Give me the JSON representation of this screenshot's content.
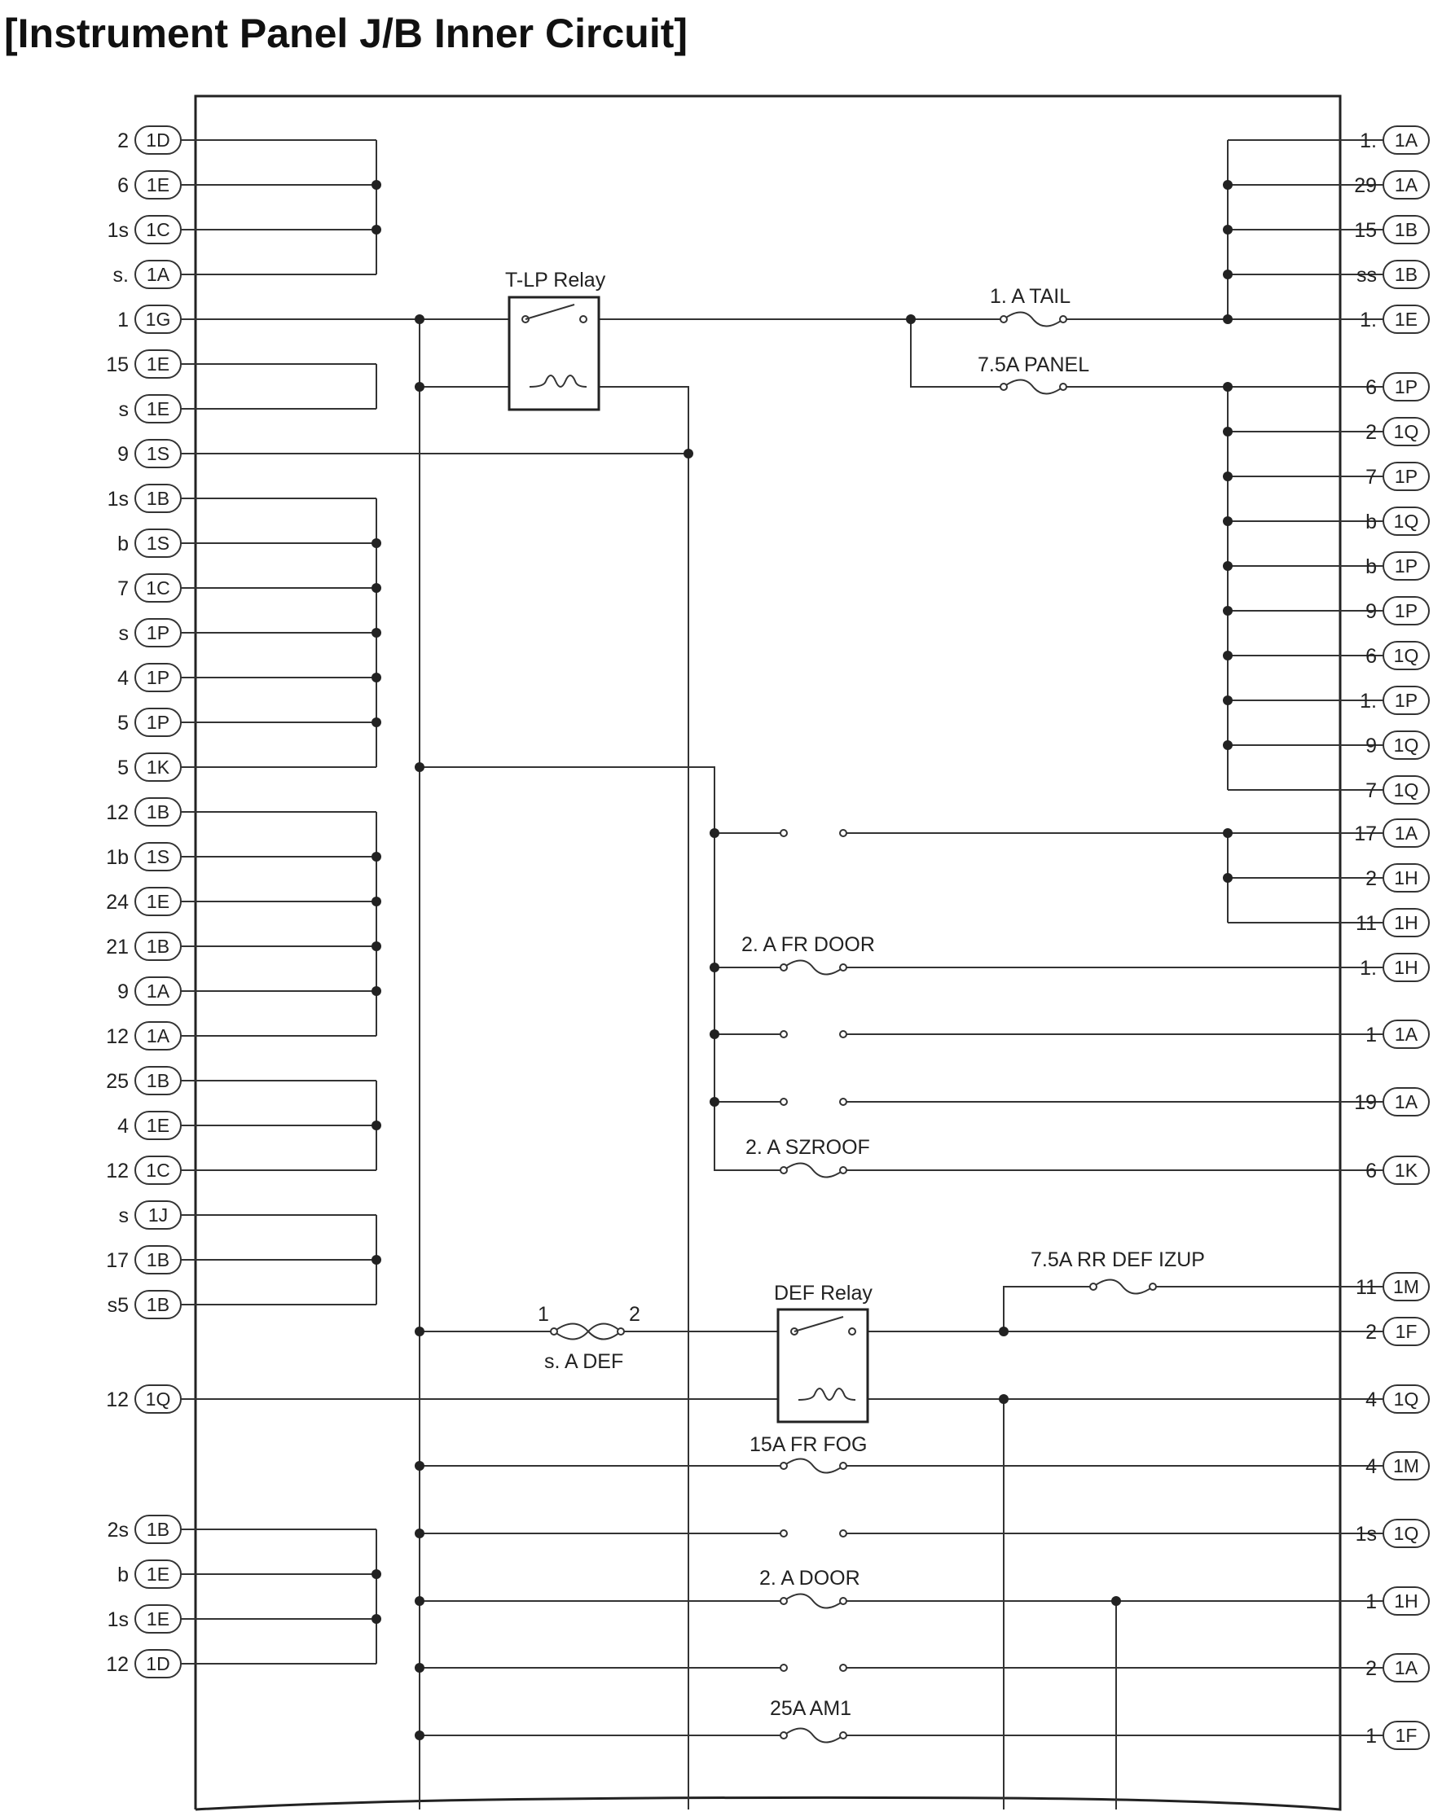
{
  "title": "[Instrument Panel J/B Inner Circuit]",
  "left_pins": [
    {
      "pin": "2",
      "conn": "1D"
    },
    {
      "pin": "6",
      "conn": "1E"
    },
    {
      "pin": "1s",
      "conn": "1C"
    },
    {
      "pin": "s.",
      "conn": "1A"
    },
    {
      "pin": "1",
      "conn": "1G"
    },
    {
      "pin": "15",
      "conn": "1E"
    },
    {
      "pin": "s",
      "conn": "1E"
    },
    {
      "pin": "9",
      "conn": "1S"
    },
    {
      "pin": "1s",
      "conn": "1B"
    },
    {
      "pin": "b",
      "conn": "1S"
    },
    {
      "pin": "7",
      "conn": "1C"
    },
    {
      "pin": "s",
      "conn": "1P"
    },
    {
      "pin": "4",
      "conn": "1P"
    },
    {
      "pin": "5",
      "conn": "1P"
    },
    {
      "pin": "5",
      "conn": "1K"
    },
    {
      "pin": "12",
      "conn": "1B"
    },
    {
      "pin": "1b",
      "conn": "1S"
    },
    {
      "pin": "24",
      "conn": "1E"
    },
    {
      "pin": "21",
      "conn": "1B"
    },
    {
      "pin": "9",
      "conn": "1A"
    },
    {
      "pin": "12",
      "conn": "1A"
    },
    {
      "pin": "25",
      "conn": "1B"
    },
    {
      "pin": "4",
      "conn": "1E"
    },
    {
      "pin": "12",
      "conn": "1C"
    },
    {
      "pin": "s",
      "conn": "1J"
    },
    {
      "pin": "17",
      "conn": "1B"
    },
    {
      "pin": "s5",
      "conn": "1B"
    },
    {
      "pin": "12",
      "conn": "1Q"
    },
    {
      "pin": "2s",
      "conn": "1B"
    },
    {
      "pin": "b",
      "conn": "1E"
    },
    {
      "pin": "1s",
      "conn": "1E"
    },
    {
      "pin": "12",
      "conn": "1D"
    }
  ],
  "right_pins": [
    {
      "pin": "1.",
      "conn": "1A"
    },
    {
      "pin": "29",
      "conn": "1A"
    },
    {
      "pin": "15",
      "conn": "1B"
    },
    {
      "pin": "ss",
      "conn": "1B"
    },
    {
      "pin": "1.",
      "conn": "1E"
    },
    {
      "pin": "6",
      "conn": "1P"
    },
    {
      "pin": "2",
      "conn": "1Q"
    },
    {
      "pin": "7",
      "conn": "1P"
    },
    {
      "pin": "b",
      "conn": "1Q"
    },
    {
      "pin": "b",
      "conn": "1P"
    },
    {
      "pin": "9",
      "conn": "1P"
    },
    {
      "pin": "6",
      "conn": "1Q"
    },
    {
      "pin": "1.",
      "conn": "1P"
    },
    {
      "pin": "9",
      "conn": "1Q"
    },
    {
      "pin": "7",
      "conn": "1Q"
    },
    {
      "pin": "17",
      "conn": "1A"
    },
    {
      "pin": "2",
      "conn": "1H"
    },
    {
      "pin": "11",
      "conn": "1H"
    },
    {
      "pin": "1.",
      "conn": "1H"
    },
    {
      "pin": "1",
      "conn": "1A"
    },
    {
      "pin": "19",
      "conn": "1A"
    },
    {
      "pin": "6",
      "conn": "1K"
    },
    {
      "pin": "11",
      "conn": "1M"
    },
    {
      "pin": "2",
      "conn": "1F"
    },
    {
      "pin": "4",
      "conn": "1Q"
    },
    {
      "pin": "4",
      "conn": "1M"
    },
    {
      "pin": "1s",
      "conn": "1Q"
    },
    {
      "pin": "1",
      "conn": "1H"
    },
    {
      "pin": "2",
      "conn": "1A"
    },
    {
      "pin": "1",
      "conn": "1F"
    }
  ],
  "relays": {
    "tlp": "T-LP Relay",
    "def": "DEF Relay"
  },
  "fuses": {
    "tail": "1. A TAIL",
    "panel": "7.5A PANEL",
    "fr_door": "2. A FR DOOR",
    "sroof": "2. A SZROOF",
    "rr_def": "7.5A RR DEF IZUP",
    "def": "s. A DEF",
    "def_pin1": "1",
    "def_pin2": "2",
    "fr_fog": "15A FR FOG",
    "door": "2. A DOOR",
    "am1": "25A AM1"
  }
}
